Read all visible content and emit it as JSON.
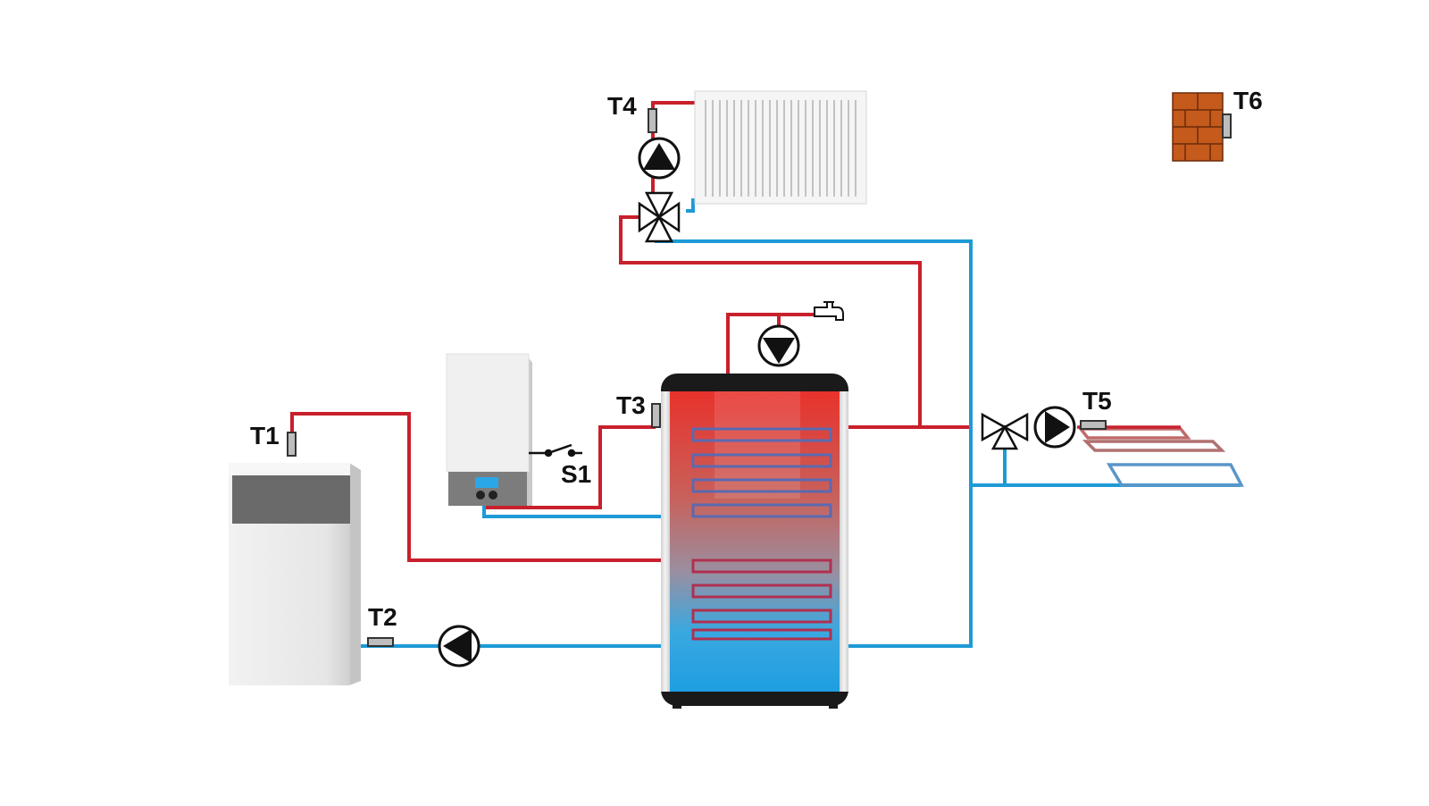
{
  "labels": {
    "t1": "T1",
    "t2": "T2",
    "t3": "T3",
    "t4": "T4",
    "t5": "T5",
    "t6": "T6",
    "s1": "S1"
  },
  "colors": {
    "hot_pipe": "#c8202c",
    "cold_pipe": "#1e9ad6",
    "brick": "#c45a1c",
    "sensor": "#bdbdbd"
  },
  "icons": {
    "pump": "pump-icon",
    "mixing_valve_4way": "four-way-valve-icon",
    "mixing_valve_3way": "three-way-valve-icon",
    "tap": "tap-icon",
    "switch": "switch-icon"
  }
}
